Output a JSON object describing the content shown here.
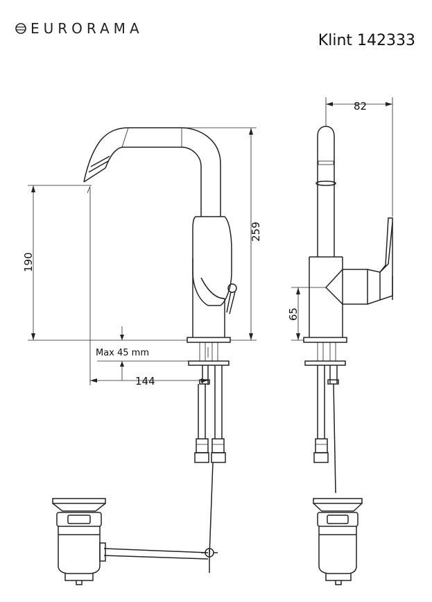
{
  "header": {
    "brand": "EURORAMA",
    "model": "Klint 142333"
  },
  "dimensions": {
    "height_total": "259",
    "height_spout": "190",
    "projection": "144",
    "depth": "82",
    "handle_height": "65",
    "max_thickness": "Max 45 mm"
  }
}
